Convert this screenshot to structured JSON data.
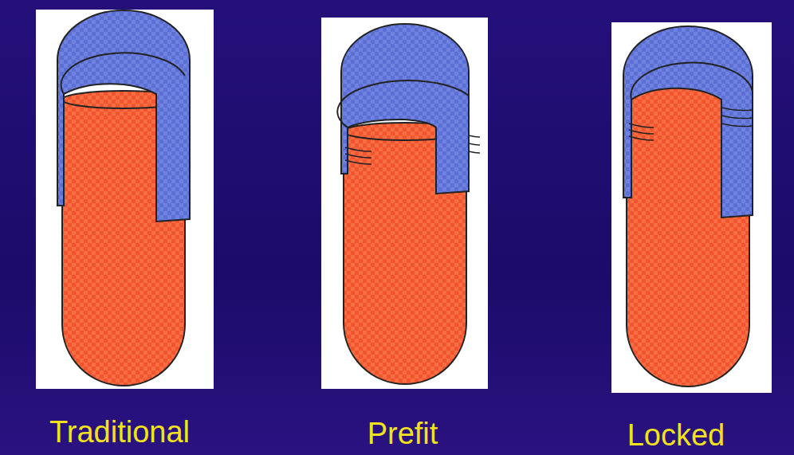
{
  "diagram": {
    "labels": [
      "Traditional",
      "Prefit",
      "Locked"
    ]
  }
}
